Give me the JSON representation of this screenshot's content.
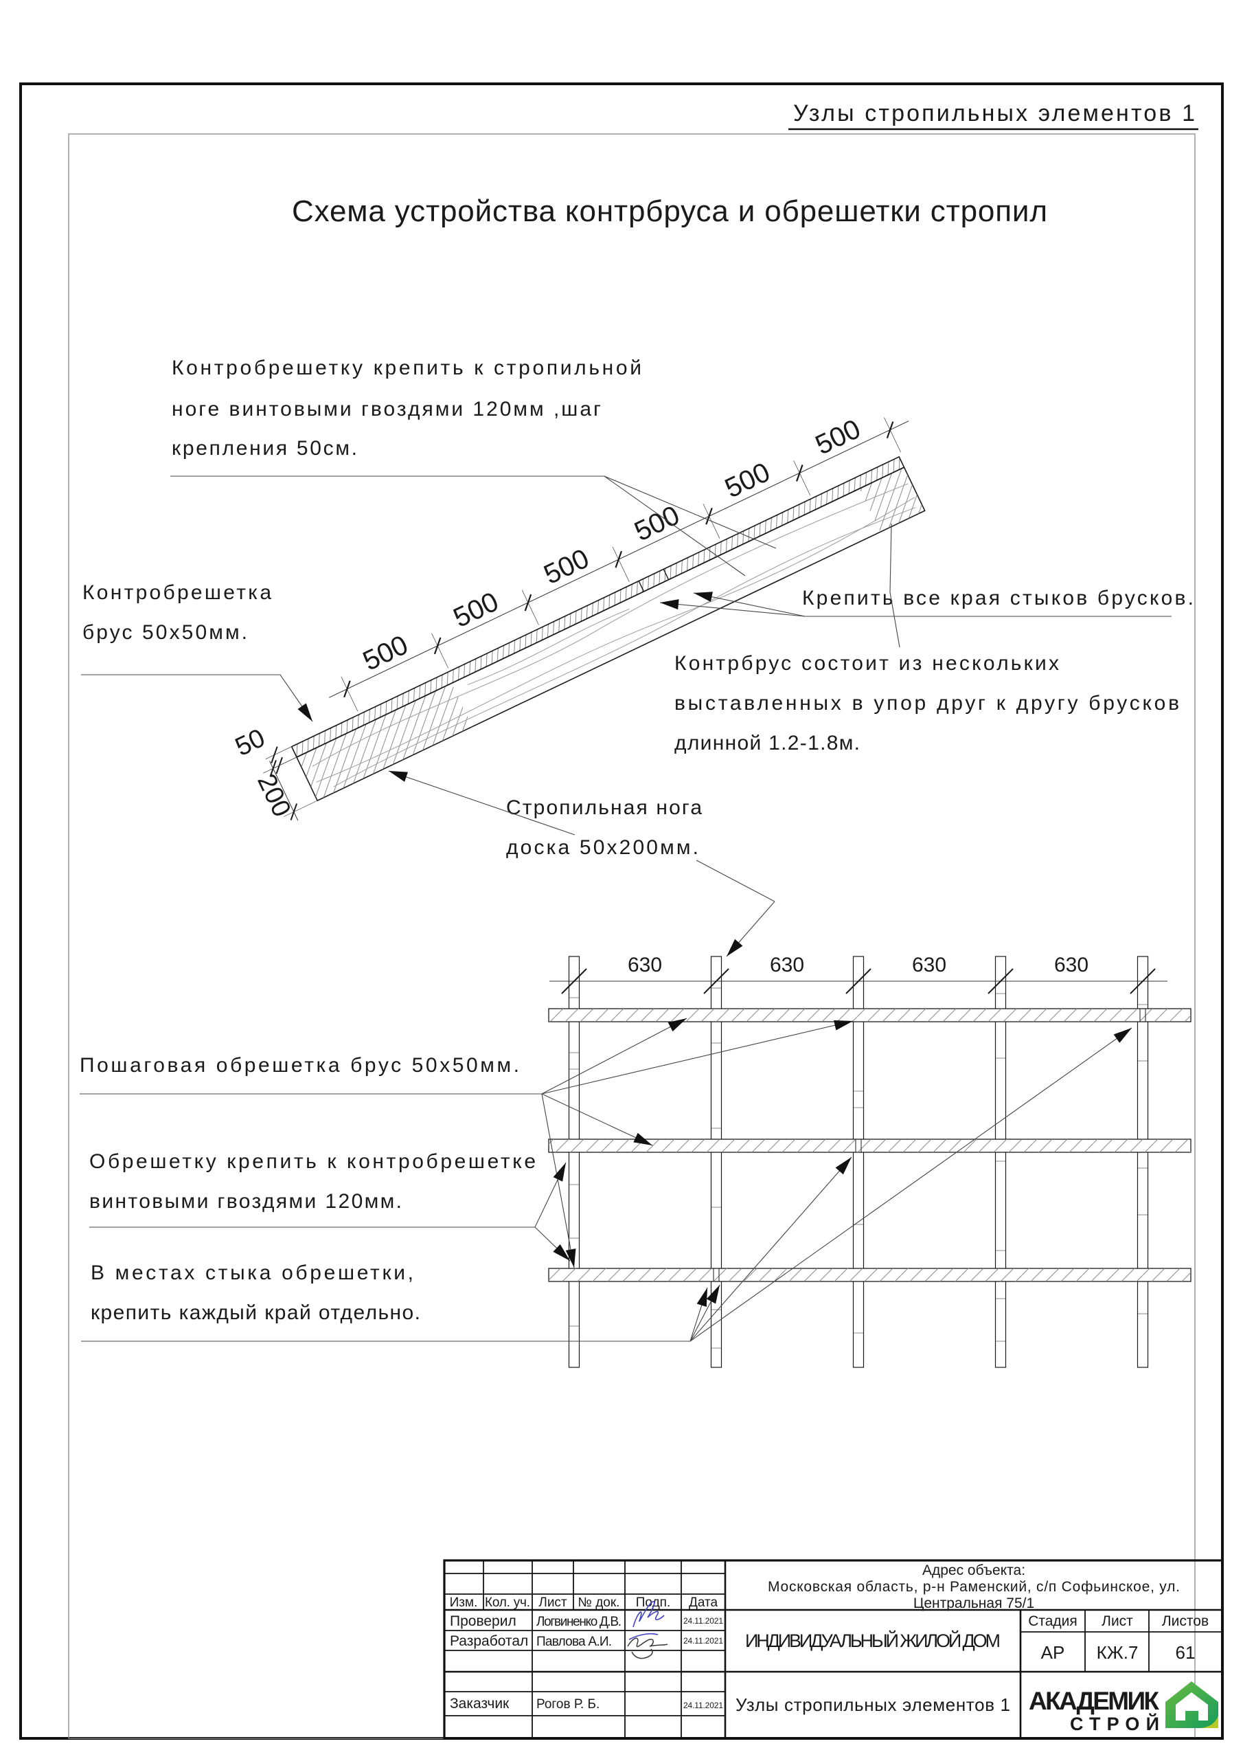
{
  "sheet": {
    "corner_title": "Узлы стропильных элементов 1",
    "main_title": "Схема устройства контрбруса и обрешетки стропил"
  },
  "annotations": {
    "counter_batten_fixing": {
      "line1": "Контробрешетку крепить к стропильной",
      "line2": "ноге винтовыми гвоздями 120мм ,шаг",
      "line3": "крепления 50см."
    },
    "counter_batten_size": {
      "line1": "Контробрешетка",
      "line2": "брус 50х50мм."
    },
    "fix_joint_edges": "Крепить все края стыков брусков.",
    "counter_beam_note": {
      "line1": "Контрбрус состоит из нескольких",
      "line2": "выставленных в упор друг к другу брусков",
      "line3": "длинной 1.2-1.8м."
    },
    "rafter_leg": {
      "line1": "Стропильная нога",
      "line2": "доска 50х200мм."
    },
    "step_lathing": "Пошаговая обрешетка брус 50х50мм.",
    "lathing_fixing": {
      "line1": "Обрешетку крепить к контробрешетке",
      "line2": "винтовыми гвоздями 120мм."
    },
    "lathing_joints": {
      "line1": "В местах стыка обрешетки,",
      "line2": "крепить каждый край отдельно."
    }
  },
  "dimensions": {
    "counter_batten_step": "500",
    "counter_batten_width": "50",
    "rafter_depth": "200",
    "lathing_step": "630"
  },
  "title_block": {
    "address_label": "Адрес объекта:",
    "address_line1": "Московская область, р-н Раменский, с/п Софьинское, ул.",
    "address_line2": "Центральная 75/1",
    "columns": {
      "izm": "Изм.",
      "kol_uch": "Кол. уч.",
      "list": "Лист",
      "n_dok": "№ док.",
      "podp": "Подп.",
      "data": "Дата"
    },
    "rows": [
      {
        "role": "Проверил",
        "name": "Логвиненко Д.В.",
        "date": "24.11.2021"
      },
      {
        "role": "Разработал",
        "name": "Павлова А.И.",
        "date": "24.11.2021"
      },
      {
        "role": "Заказчик",
        "name": "Рогов Р. Б.",
        "date": "24.11.2021"
      }
    ],
    "project_name": "ИНДИВИДУАЛЬНЫЙ ЖИЛОЙ ДОМ",
    "stage_label": "Стадия",
    "sheet_label": "Лист",
    "sheets_label": "Листов",
    "stage_value": "АР",
    "sheet_value": "КЖ.7",
    "sheets_value": "61",
    "drawing_name": "Узлы стропильных элементов 1",
    "logo": {
      "word1": "АКАДЕМИК",
      "word2": "СТРОЙ",
      "color_green": "#5cb33c",
      "color_blue": "#1b75bc",
      "color_lime": "#b7ca23"
    }
  }
}
